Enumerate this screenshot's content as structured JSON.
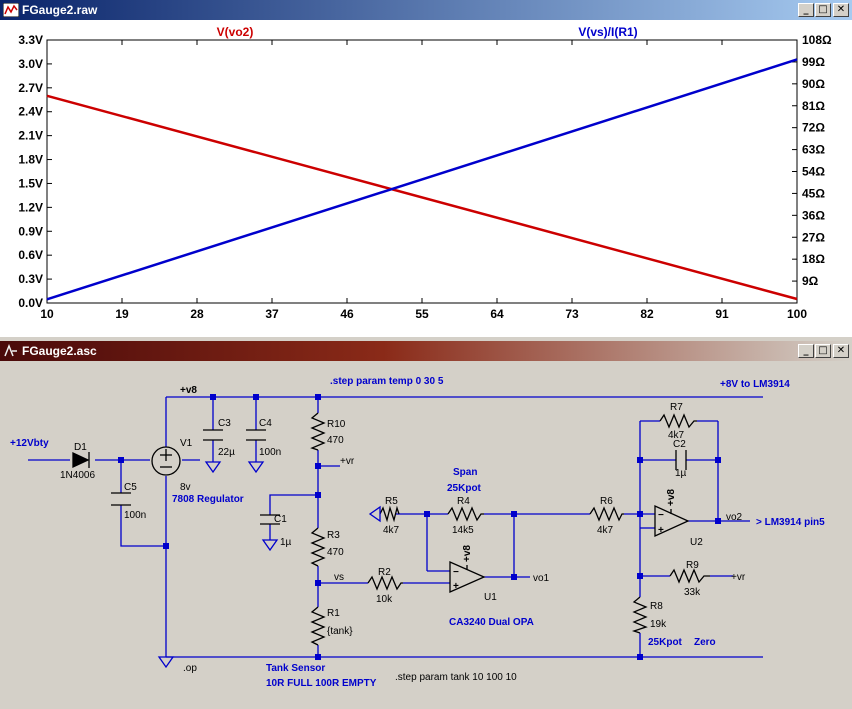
{
  "plot_window": {
    "title": "FGauge2.raw",
    "buttons": {
      "minimize": "_",
      "maximize": "□",
      "close": "✕"
    }
  },
  "schematic_window": {
    "title": "FGauge2.asc",
    "buttons": {
      "minimize": "_",
      "maximize": "□",
      "close": "✕"
    }
  },
  "chart_data": {
    "type": "line",
    "x_ticks": [
      "10",
      "19",
      "28",
      "37",
      "46",
      "55",
      "64",
      "73",
      "82",
      "91",
      "100"
    ],
    "y_left_ticks": [
      "0.0V",
      "0.3V",
      "0.6V",
      "0.9V",
      "1.2V",
      "1.5V",
      "1.8V",
      "2.1V",
      "2.4V",
      "2.7V",
      "3.0V",
      "3.3V"
    ],
    "y_right_ticks": [
      "9Ω",
      "18Ω",
      "27Ω",
      "36Ω",
      "45Ω",
      "54Ω",
      "63Ω",
      "72Ω",
      "81Ω",
      "90Ω",
      "99Ω",
      "108Ω"
    ],
    "xlim": [
      10,
      100
    ],
    "ylim_left": [
      0,
      3.3
    ],
    "ylim_right": [
      0,
      108
    ],
    "series": [
      {
        "name": "V(vo2)",
        "color": "#cc0000",
        "axis": "left",
        "x": [
          10,
          100
        ],
        "y": [
          2.6,
          0.05
        ]
      },
      {
        "name": "V(vs)/I(R1)",
        "color": "#0000cc",
        "axis": "right",
        "x": [
          10,
          100
        ],
        "y": [
          1.5,
          100
        ]
      }
    ]
  },
  "schematic": {
    "labels": {
      "v8_top": "+v8",
      "step_temp": ".step param temp 0 30 5",
      "v8_to_lm": "+8V to LM3914",
      "v12": "+12Vbty",
      "d1": "D1",
      "d1_val": "1N4006",
      "v1": "V1",
      "v1_val": "8v",
      "regulator": "7808 Regulator",
      "c3": "C3",
      "c3_val": "22µ",
      "c4": "C4",
      "c4_val": "100n",
      "c5": "C5",
      "c5_val": "100n",
      "r10": "R10",
      "r10_val": "470",
      "vr": "+vr",
      "c1": "C1",
      "c1_val": "1µ",
      "r3": "R3",
      "r3_val": "470",
      "vs": "vs",
      "r1": "R1",
      "r1_val": "{tank}",
      "r2": "R2",
      "r2_val": "10k",
      "span": "Span",
      "span_pot": "25Kpot",
      "r5": "R5",
      "r5_val": "4k7",
      "r4": "R4",
      "r4_val": "14k5",
      "r6": "R6",
      "r6_val": "4k7",
      "u1_supply": "+v8",
      "u1": "U1",
      "vo1": "vo1",
      "u1_part": "CA3240 Dual OPA",
      "r7": "R7",
      "r7_val": "4k7",
      "c2": "C2",
      "c2_val": "1µ",
      "u2_supply": "+v8",
      "u2": "U2",
      "vo2": "vo2",
      "lm_pin": "> LM3914 pin5",
      "r9": "R9",
      "r9_val": "33k",
      "vr2": "+vr",
      "r8": "R8",
      "r8_val": "19k",
      "zero_pot": "25Kpot",
      "zero": "Zero",
      "op": ".op",
      "tank_sensor": "Tank Sensor",
      "tank_desc": "10R FULL 100R EMPTY",
      "step_tank": ".step param tank 10 100 10"
    }
  }
}
